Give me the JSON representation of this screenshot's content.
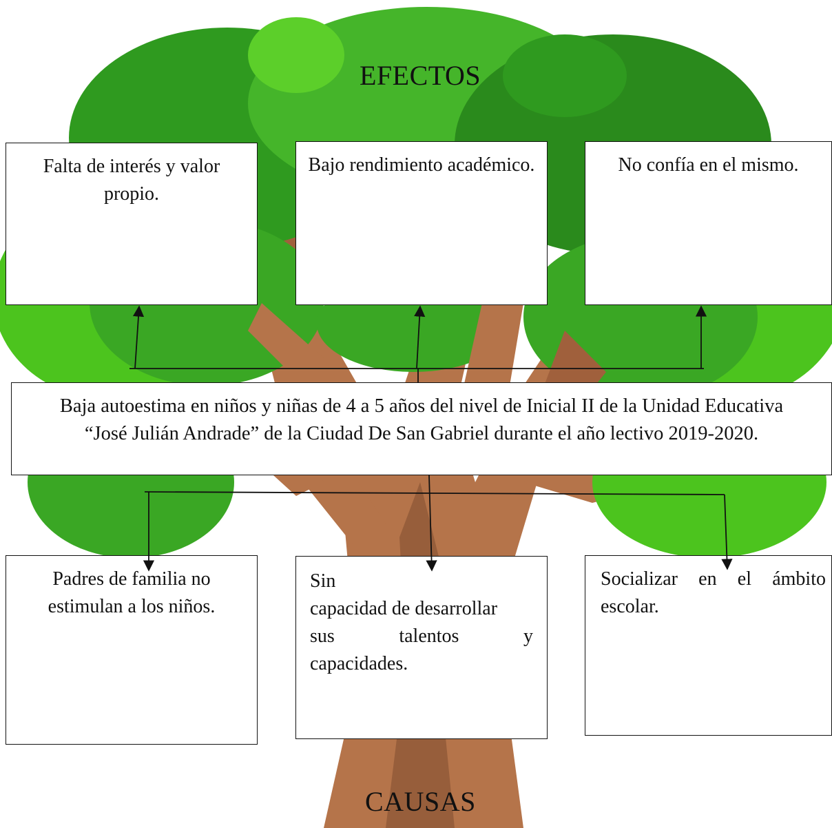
{
  "diagram": {
    "effects_heading": "EFECTOS",
    "causes_heading": "CAUSAS",
    "effects": [
      "Falta de interés y valor propio.",
      "Bajo rendimiento académico.",
      "No confía en el mismo."
    ],
    "problem": {
      "line1": "Baja autoestima en niños y niñas de 4 a 5 años del nivel de Inicial II de la Unidad Educativa",
      "line2": "“José Julián Andrade” de la Ciudad De San Gabriel durante el año lectivo 2019-2020."
    },
    "causes": [
      "Padres de familia no estimulan a los niños.",
      {
        "line1": "Sin",
        "line2": "capacidad de desarrollar",
        "line3_words": [
          "sus",
          "talentos",
          "y"
        ],
        "line4": "capacidades."
      },
      "Socializar en el ámbito escolar."
    ]
  },
  "colors": {
    "foliage_dark": "#2f9a1f",
    "foliage_light": "#4cc41e",
    "trunk": "#b5744a",
    "trunk_dark": "#8a5535",
    "box_border": "#111111"
  }
}
